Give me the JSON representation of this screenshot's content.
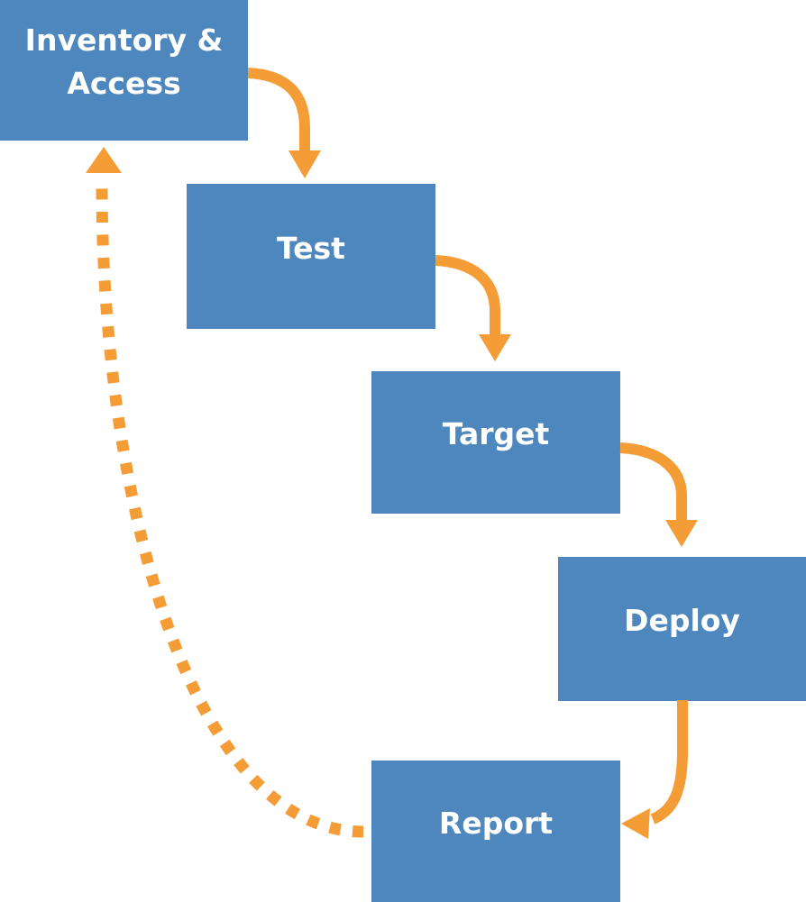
{
  "diagram": {
    "type": "flowchart",
    "nodes": [
      {
        "id": "inventory",
        "label": "Inventory & Access"
      },
      {
        "id": "test",
        "label": "Test"
      },
      {
        "id": "target",
        "label": "Target"
      },
      {
        "id": "deploy",
        "label": "Deploy"
      },
      {
        "id": "report",
        "label": "Report"
      }
    ],
    "edges": [
      {
        "from": "inventory",
        "to": "test",
        "style": "solid"
      },
      {
        "from": "test",
        "to": "target",
        "style": "solid"
      },
      {
        "from": "target",
        "to": "deploy",
        "style": "solid"
      },
      {
        "from": "deploy",
        "to": "report",
        "style": "solid"
      },
      {
        "from": "report",
        "to": "inventory",
        "style": "dashed"
      }
    ],
    "colors": {
      "node_fill": "#4E87BD",
      "node_text": "#FFFFFF",
      "arrow": "#F49C36",
      "background": "#FFFFFF"
    }
  }
}
